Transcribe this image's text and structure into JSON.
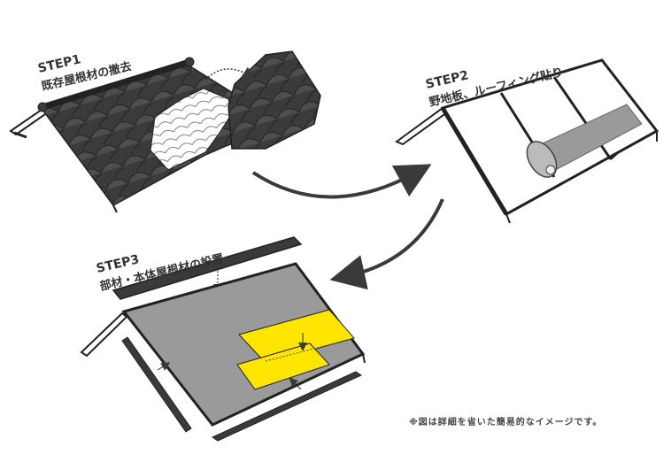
{
  "steps": [
    {
      "label": "STEP1",
      "title": "既存屋根材の撤去"
    },
    {
      "label": "STEP2",
      "title": "野地板、ルーフィング貼り"
    },
    {
      "label": "STEP3",
      "title": "部材・本体屋根材の設置"
    }
  ],
  "note": "※図は詳細を省いた簡易的なイメージです。",
  "colors": {
    "tile": "#3b3b3b",
    "tile_highlight": "#5a5a5a",
    "roofing": "#999999",
    "yellow_panel": "#ffe500",
    "outline": "#222222",
    "arrow": "#3a3a3a"
  }
}
